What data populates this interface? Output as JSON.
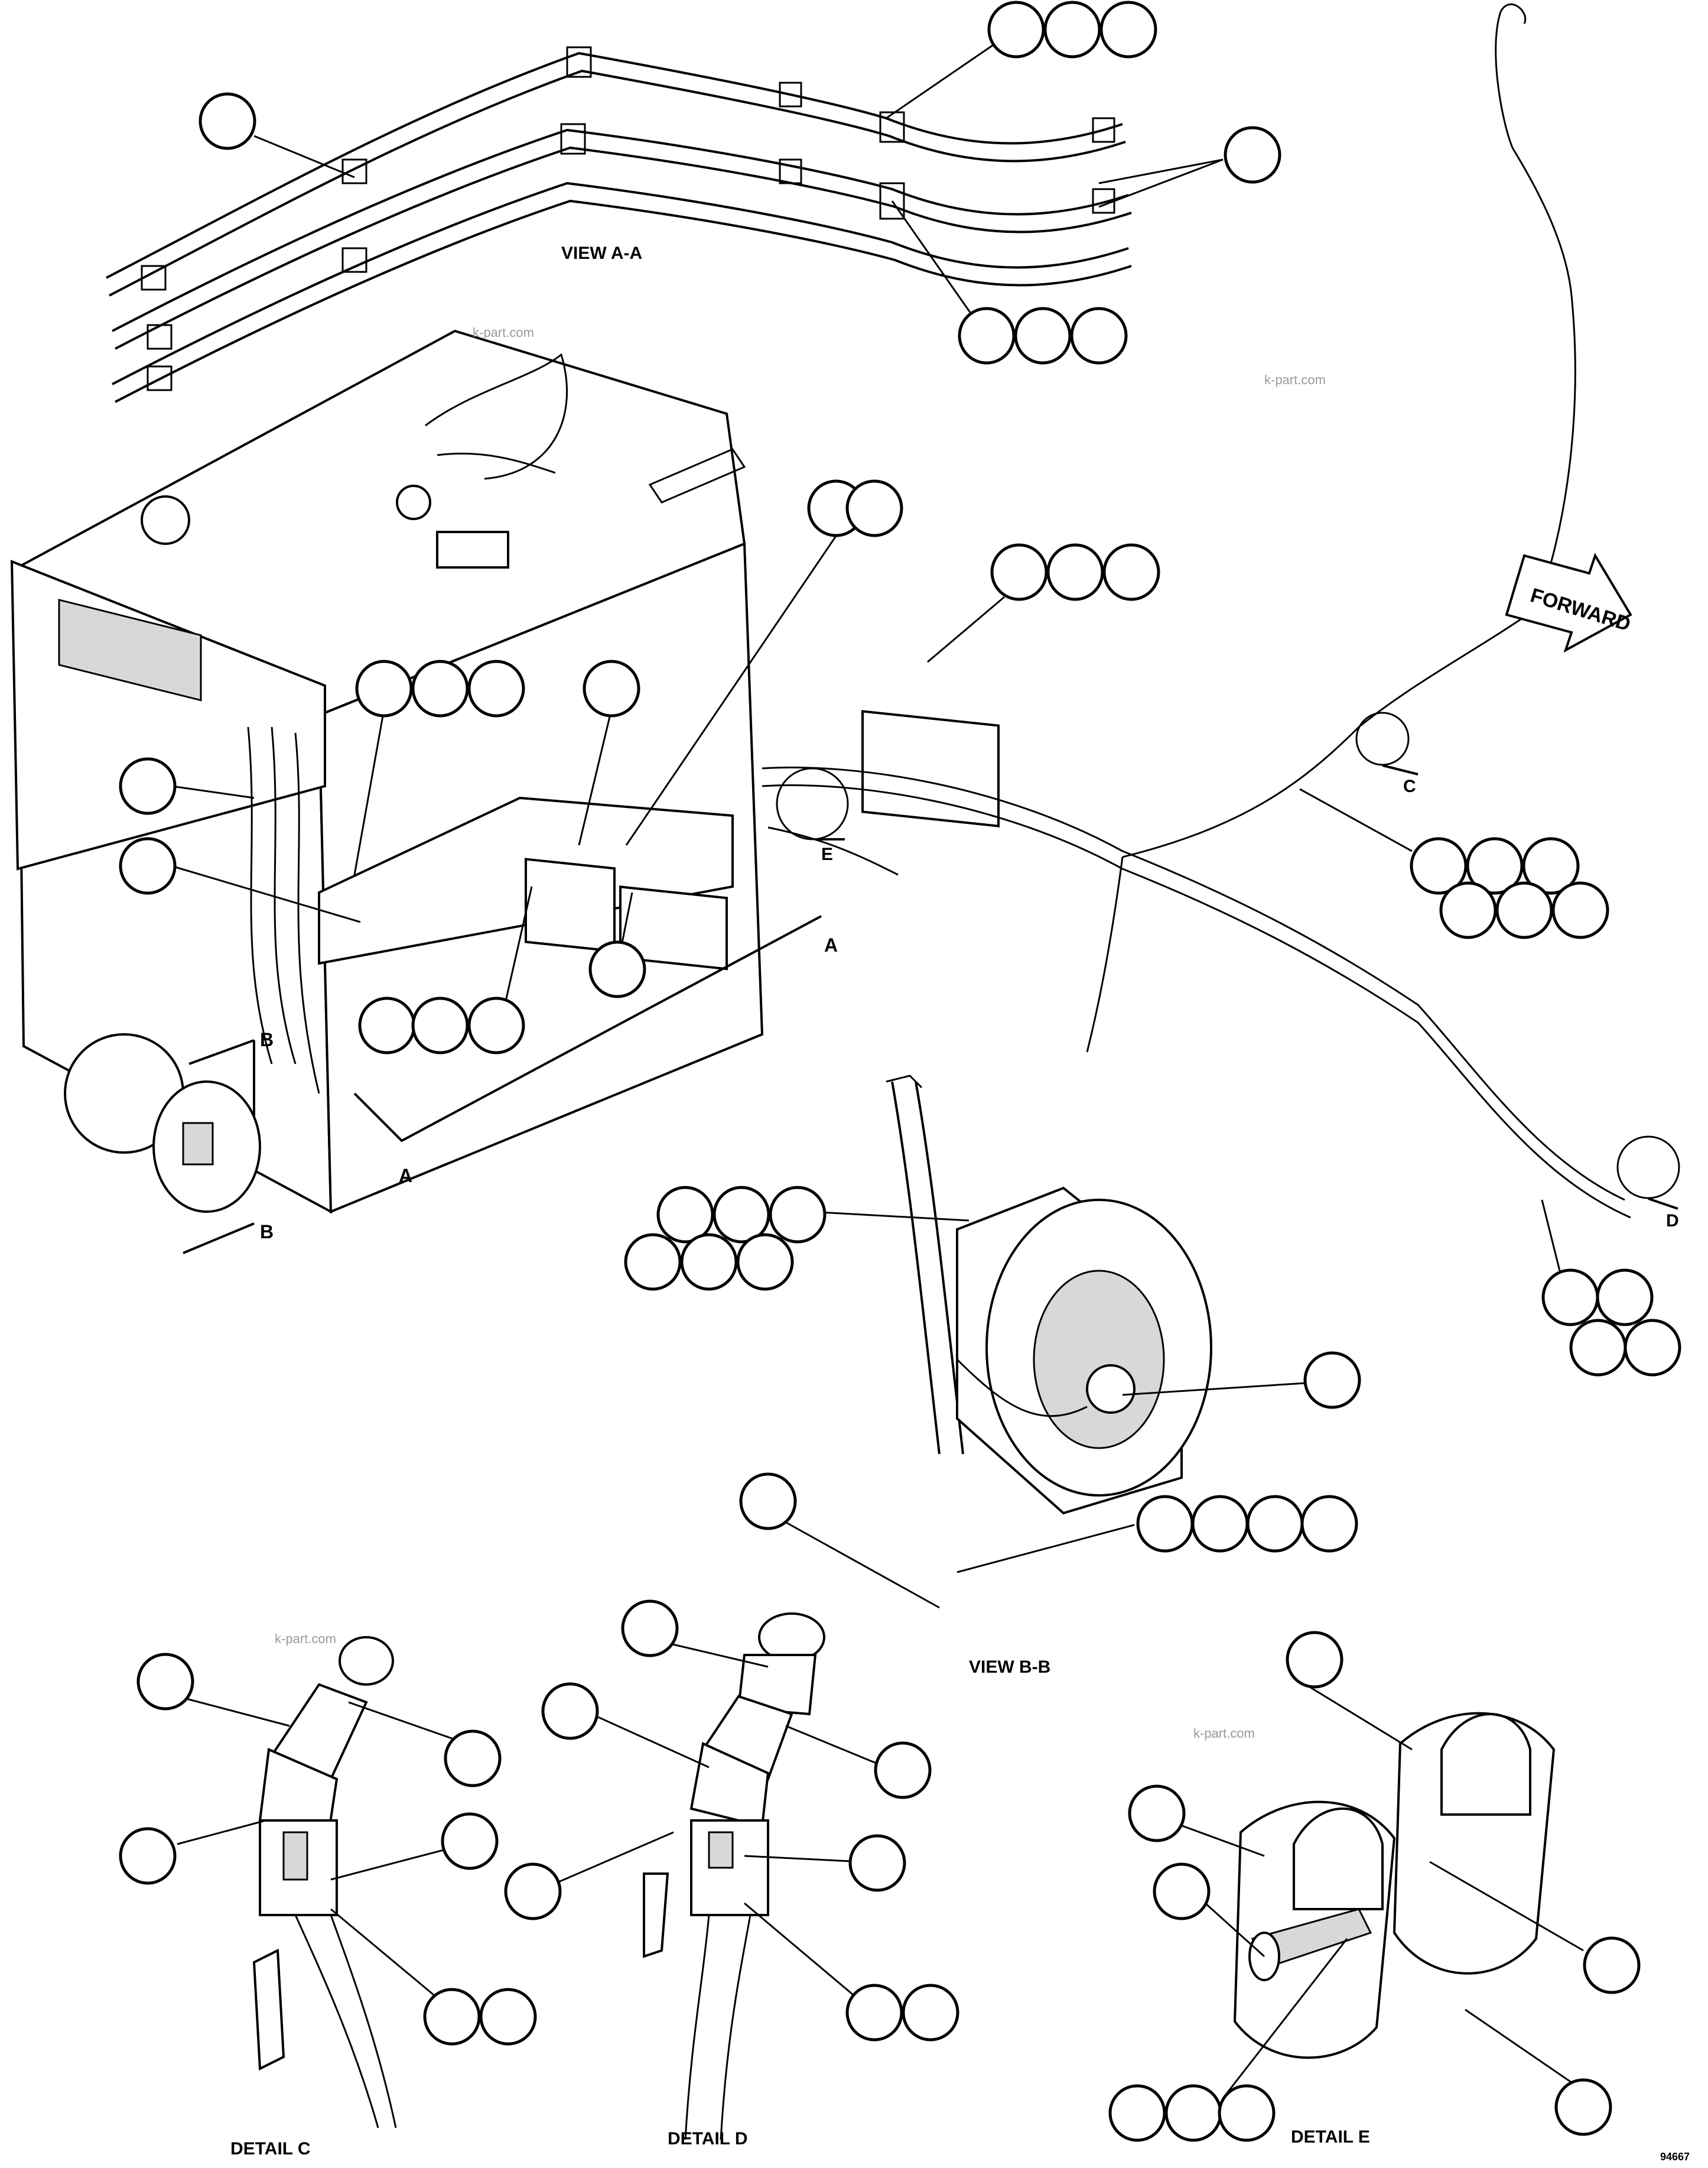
{
  "labels": {
    "view_aa": "VIEW A-A",
    "view_bb": "VIEW B-B",
    "detail_c": "DETAIL C",
    "detail_d": "DETAIL D",
    "detail_e": "DETAIL E",
    "forward": "FORWARD",
    "sec_a": "A",
    "sec_b": "B",
    "det_c": "C",
    "det_d": "D",
    "det_e": "E",
    "drawing_no": "94667"
  },
  "watermark": "k-part.com",
  "callout_bubbles_empty": true,
  "colors": {
    "line": "#000000",
    "background": "#ffffff",
    "shade": "#d8d8d8",
    "watermark": "#9a9a9a"
  }
}
